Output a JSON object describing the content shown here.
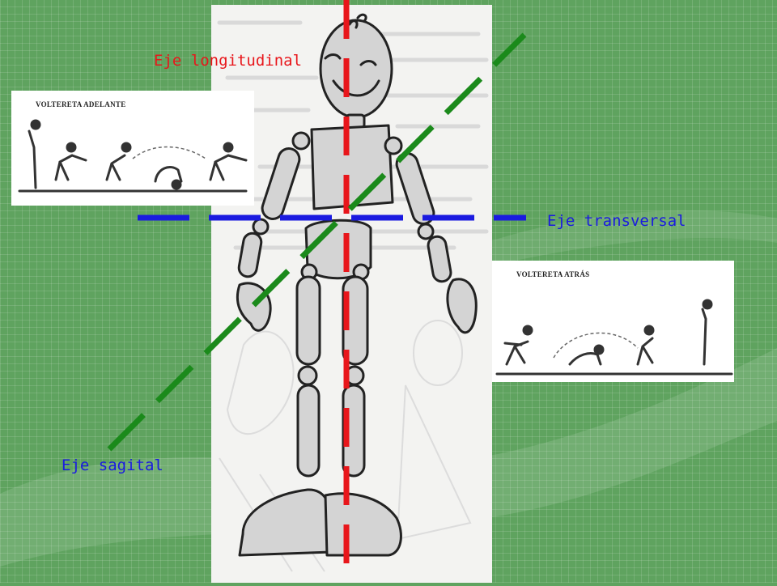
{
  "labels": {
    "longitudinal": "Eje longitudinal",
    "transversal": "Eje transversal",
    "sagital": "Eje sagital"
  },
  "cards": {
    "front_title": "VOLTERETA ADELANTE",
    "back_title": "VOLTERETA ATRÁS"
  },
  "colors": {
    "background": "#5fa35f",
    "longitudinal": "#e8161b",
    "transversal": "#1a1ae0",
    "sagital": "#1b8a1b"
  }
}
